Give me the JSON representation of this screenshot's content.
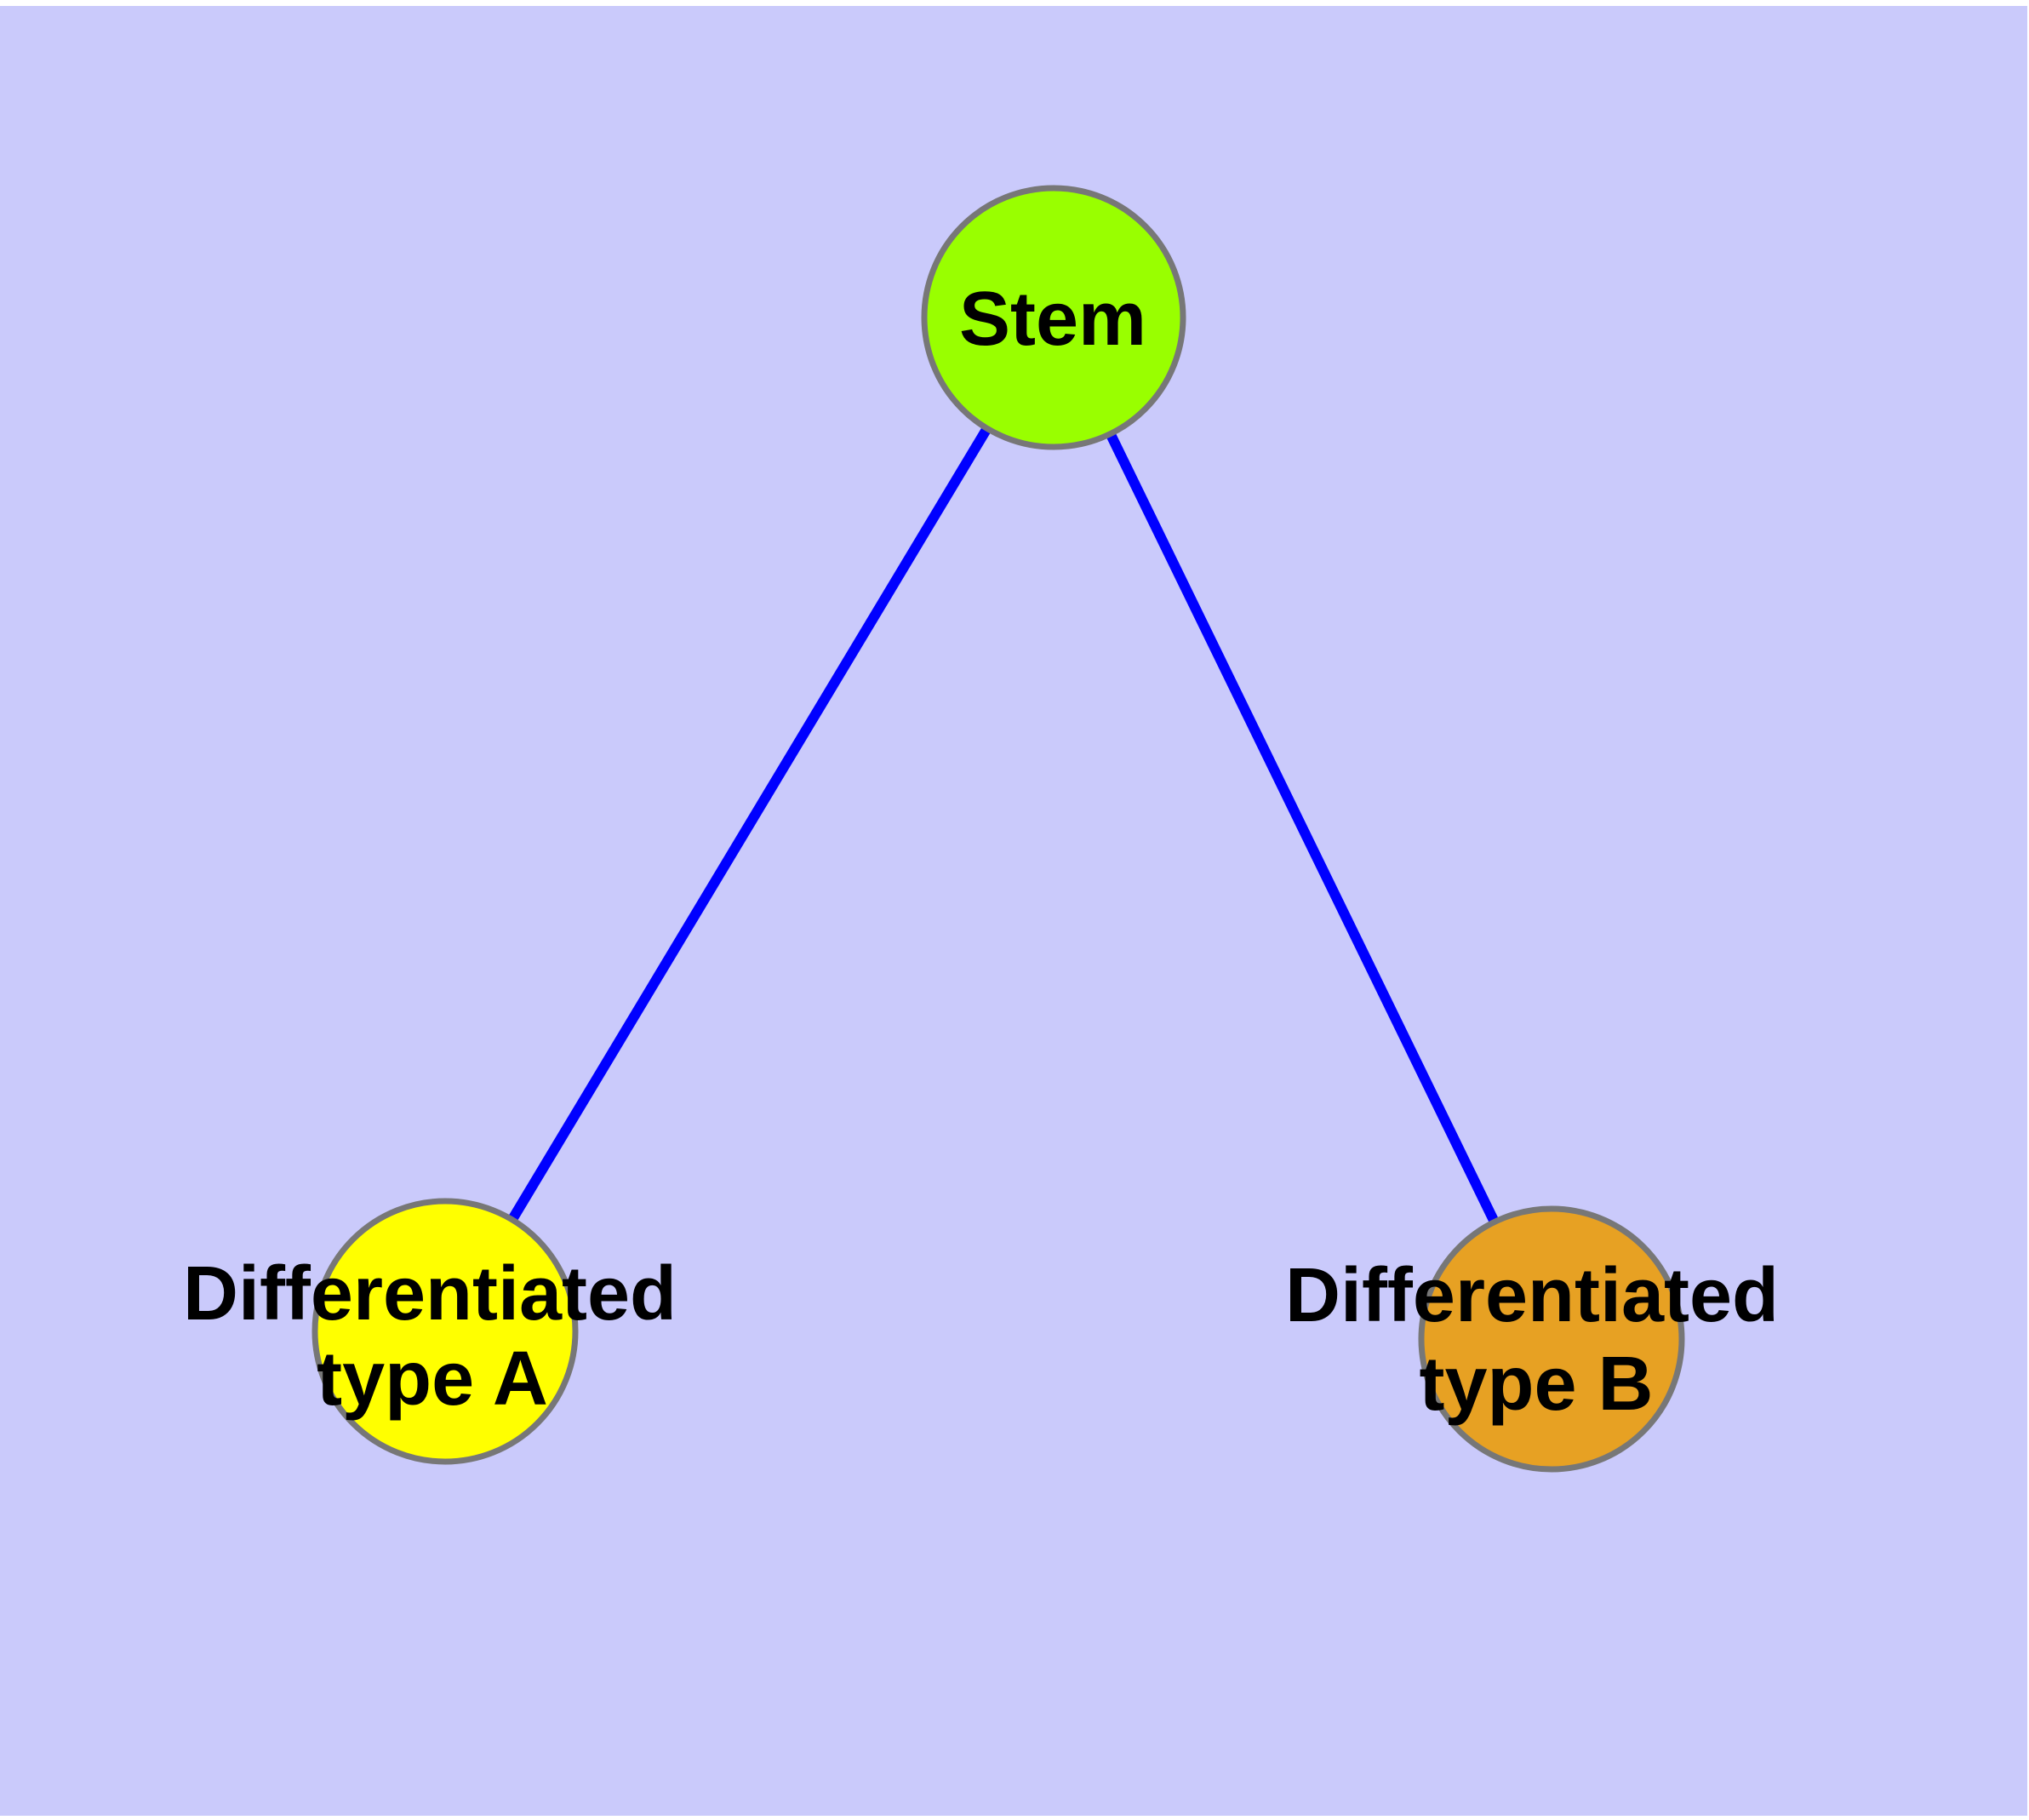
{
  "diagram": {
    "background_color": "#CACAFB",
    "margin_color": "#FFFFFF",
    "edge_color": "#0000FF",
    "node_border_color": "#777777",
    "label_color": "#000000",
    "nodes": [
      {
        "id": "stem",
        "label": "Stem",
        "label_lines": [
          "Stem"
        ],
        "fill": "#99FF00"
      },
      {
        "id": "differentiated-type-a",
        "label": "Differentiated type A",
        "label_lines": [
          "Differentiated",
          "type A"
        ],
        "fill": "#FFFF00"
      },
      {
        "id": "differentiated-type-b",
        "label": "Differentiated type B",
        "label_lines": [
          "Differentiated",
          "type B"
        ],
        "fill": "#E7A123"
      }
    ],
    "edges": [
      {
        "from": "stem",
        "to": "differentiated-type-a"
      },
      {
        "from": "stem",
        "to": "differentiated-type-b"
      }
    ]
  }
}
